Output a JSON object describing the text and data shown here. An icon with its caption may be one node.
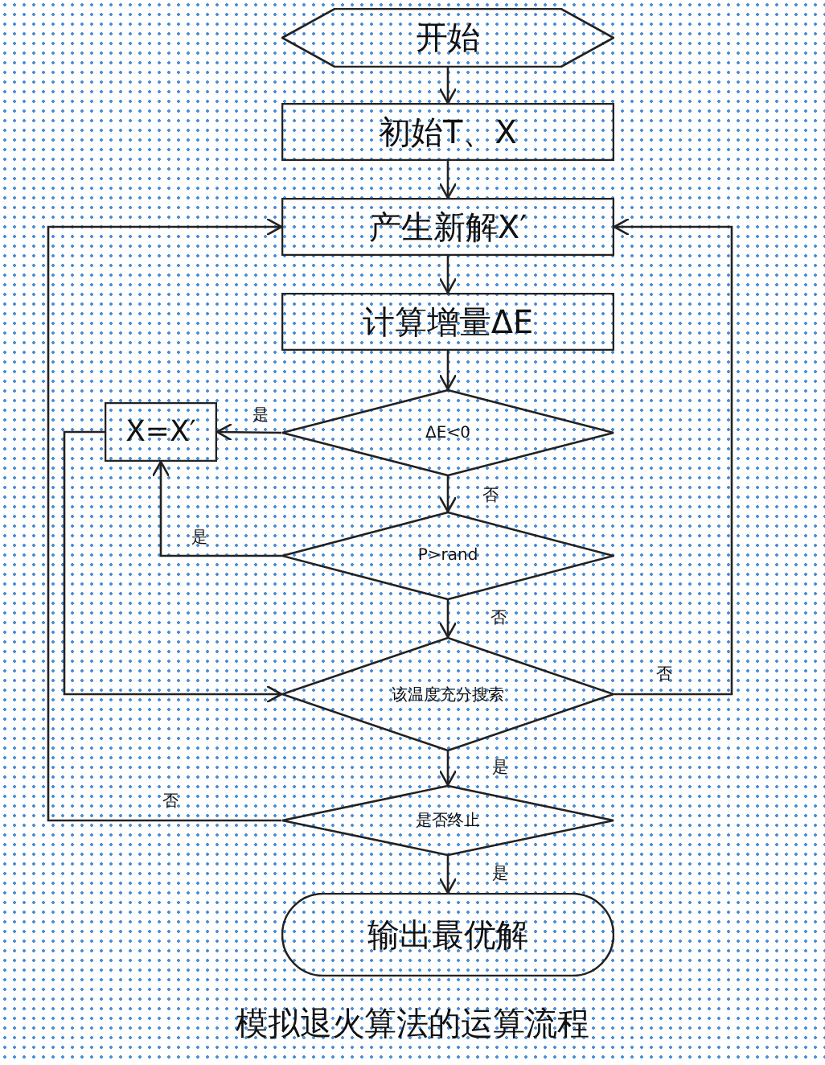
{
  "diagram": {
    "caption": "模拟退火算法的运算流程",
    "nodes": [
      {
        "text": [
          "开始"
        ]
      },
      {
        "text": [
          "初始T、X"
        ]
      },
      {
        "text": [
          "产生新解X′"
        ]
      },
      {
        "text": [
          "计算增量ΔE"
        ]
      },
      {
        "text": [
          "ΔE<0"
        ]
      },
      {
        "text": [
          "X=X′"
        ]
      },
      {
        "text": [
          "P>rand"
        ]
      },
      {
        "text": [
          "该温度充分搜索"
        ]
      },
      {
        "text": [
          "是否终止"
        ]
      },
      {
        "text": [
          "输出最优解"
        ]
      }
    ],
    "edges": [
      {
        "from": 0,
        "to": 1,
        "arrow": "to"
      },
      {
        "from": 1,
        "to": 2,
        "arrow": "to"
      },
      {
        "from": 2,
        "to": 3,
        "arrow": "to"
      },
      {
        "from": 3,
        "to": 4,
        "arrow": "to"
      },
      {
        "from": 4,
        "to": 5,
        "arrow": "to",
        "label": "是"
      },
      {
        "from": 4,
        "to": 6,
        "arrow": "to",
        "label": "否"
      },
      {
        "from": 6,
        "to": 5,
        "arrow": "to",
        "label": "是"
      },
      {
        "from": 6,
        "to": 7,
        "arrow": "to",
        "label": "否"
      },
      {
        "from": 5,
        "to": 7,
        "arrow": "to"
      },
      {
        "from": 7,
        "to": 2,
        "arrow": "to",
        "label": "否"
      },
      {
        "from": 7,
        "to": 8,
        "arrow": "to",
        "label": "是"
      },
      {
        "from": 8,
        "to": 2,
        "arrow": "to",
        "label": "否"
      },
      {
        "from": 8,
        "to": 9,
        "arrow": "to",
        "label": "是"
      }
    ]
  }
}
